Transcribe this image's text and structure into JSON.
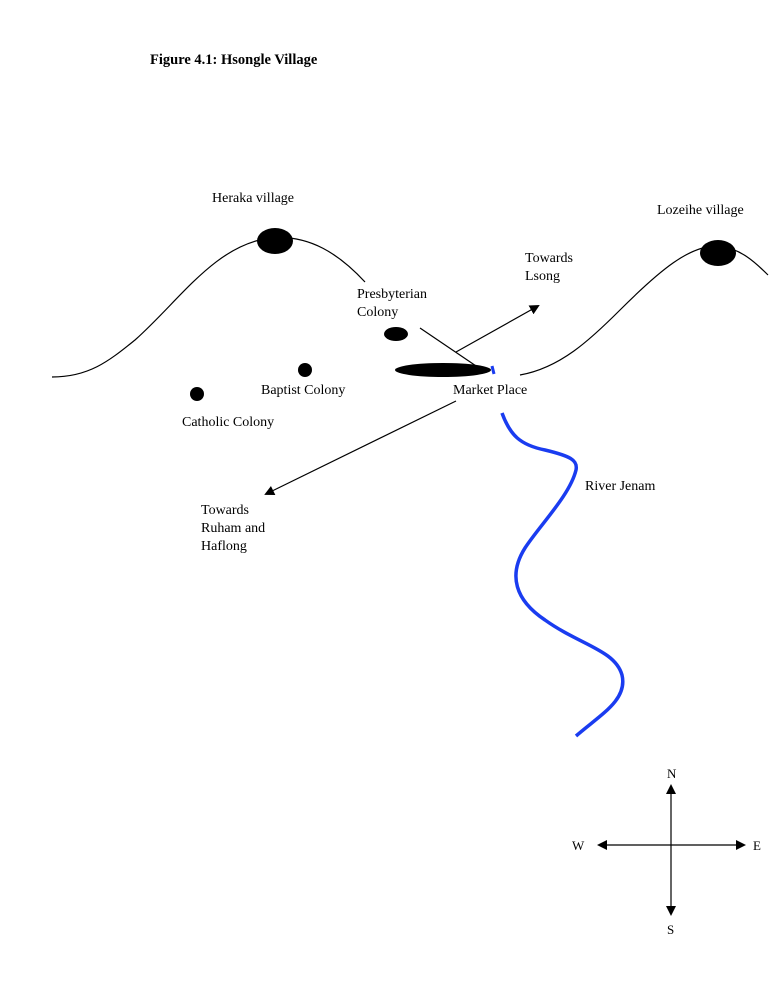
{
  "title": "Figure 4.1: Hsongle Village",
  "places": {
    "heraka": "Heraka village",
    "lozeihe": "Lozeihe village",
    "presbyterian": "Presbyterian\nColony",
    "baptist": "Baptist Colony",
    "catholic": "Catholic Colony",
    "market": "Market Place",
    "towards_lsong": "Towards\nLsong",
    "towards_ruham": "Towards\nRuham and\nHaflong",
    "river": "River Jenam"
  },
  "compass": {
    "n": "N",
    "s": "S",
    "e": "E",
    "w": "W"
  },
  "colors": {
    "river": "#1a3cf0",
    "ink": "#000000"
  }
}
